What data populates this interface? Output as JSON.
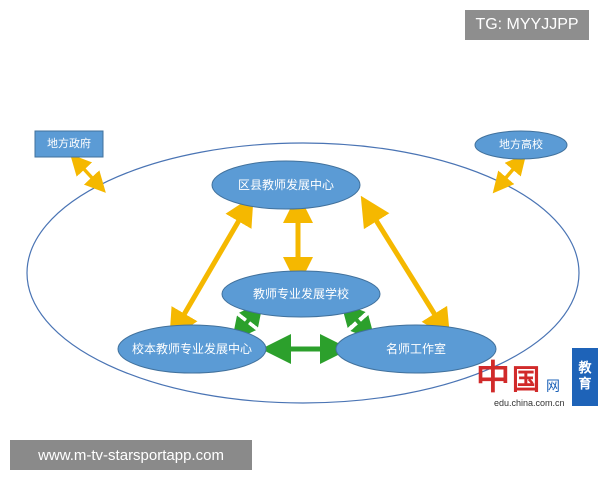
{
  "watermark": {
    "tg_label": "TG: MYYJJPP",
    "site_url": "www.m-tv-starsportapp.com"
  },
  "diagram": {
    "nodes": {
      "district_center": "区县教师发展中心",
      "school": "教师专业发展学校",
      "school_center": "校本教师专业发展中心",
      "master_studio": "名师工作室",
      "local_government": "地方政府",
      "local_university": "地方高校"
    }
  },
  "logo": {
    "zhong": "中",
    "guo": "国",
    "wang": "网",
    "url": "edu.china.com.cn",
    "edu_char_1": "教",
    "edu_char_2": "育"
  },
  "colors": {
    "node_fill": "#5b9bd5",
    "node_stroke": "#41719c",
    "arrow_yellow": "#f5b800",
    "arrow_green": "#2ca02c",
    "ellipse_stroke": "#4a74b4"
  }
}
